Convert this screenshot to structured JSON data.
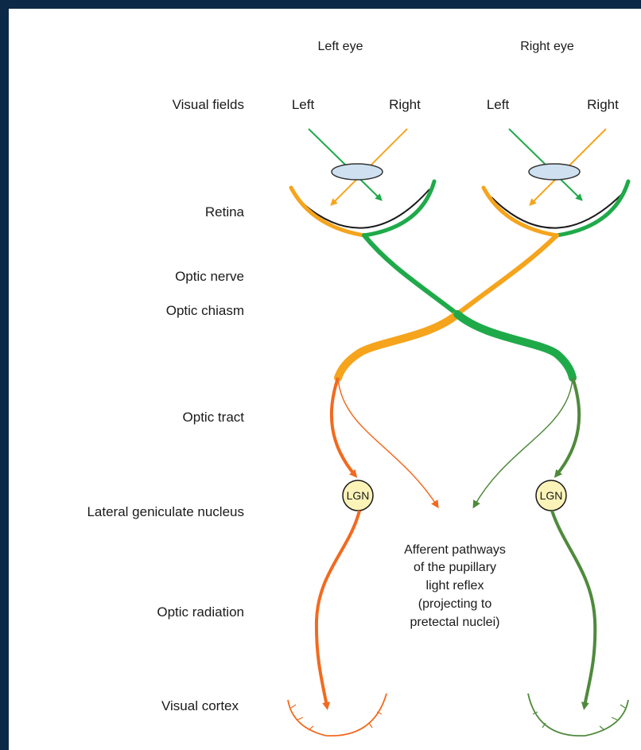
{
  "headers": {
    "left_eye": "Left eye",
    "right_eye": "Right eye"
  },
  "field_labels": {
    "left_eye_left": "Left",
    "left_eye_right": "Right",
    "right_eye_left": "Left",
    "right_eye_right": "Right"
  },
  "structure_labels": {
    "visual_fields": "Visual fields",
    "retina": "Retina",
    "optic_nerve": "Optic nerve",
    "optic_chiasm": "Optic chiasm",
    "optic_tract": "Optic tract",
    "lgn_full": "Lateral geniculate nucleus",
    "optic_radiation": "Optic radiation",
    "visual_cortex": "Visual cortex"
  },
  "lgn_label": "LGN",
  "note_lines": [
    "Afferent pathways",
    "of the pupillary",
    "light reflex",
    "(projecting to",
    "pretectal nuclei)"
  ],
  "colors": {
    "frame": "#0c2a47",
    "green": "#1faa4a",
    "orange": "#f5a41c",
    "dark_orange": "#f26a1f",
    "dark_green": "#4f8a3c",
    "lgn_fill": "#fbf3b8",
    "lens": "#cfe1f0"
  }
}
